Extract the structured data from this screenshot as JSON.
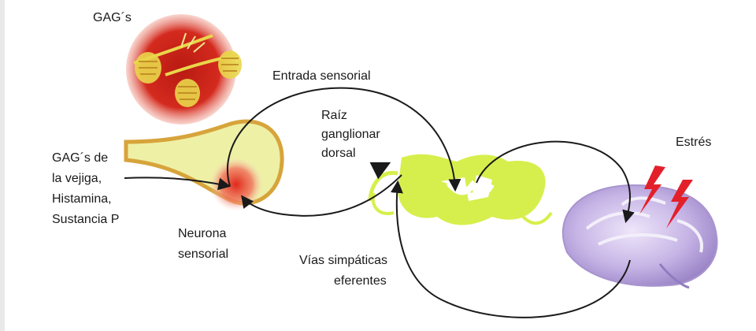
{
  "labels": {
    "gags": "GAG´s",
    "entrada_sensorial": "Entrada sensorial",
    "raiz_ganglionar": [
      "Raíz",
      "ganglionar",
      "dorsal"
    ],
    "estres": "Estrés",
    "gags_vejiga": [
      "GAG´s de",
      "la vejiga,",
      "Histamina,",
      "Sustancia P"
    ],
    "neurona_sensorial": [
      "Neurona",
      "sensorial"
    ],
    "vias_simpaticas": [
      "Vías simpáticas",
      "eferentes"
    ]
  },
  "colors": {
    "gag_red": "#d42a1e",
    "gag_yellow": "#e9d64a",
    "neuron_yellow": "#eef0a6",
    "neuron_outline": "#d7a43b",
    "cord_green": "#d7ef4c",
    "brain_purple": "#c7b5e6",
    "lightning": "#e3202a",
    "arrow": "#1a1a1a"
  },
  "icons": {
    "gag_cluster": "gag-cluster-icon",
    "sensory_neuron": "sensory-neuron-icon",
    "spinal_cord": "spinal-cord-icon",
    "brain": "brain-icon",
    "stress_bolts": "lightning-icon"
  }
}
